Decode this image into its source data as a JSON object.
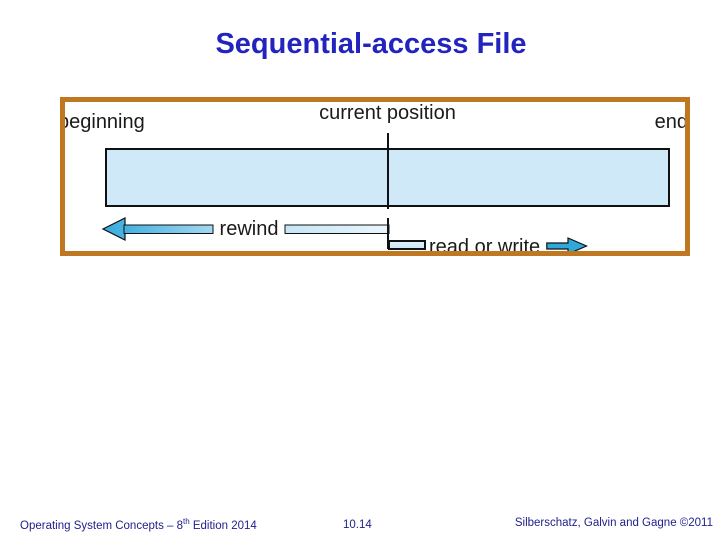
{
  "slide": {
    "title": "Sequential-access File",
    "title_color": "#2323be"
  },
  "diagram": {
    "labels": {
      "beginning": "beginning",
      "current_position": "current position",
      "end": "end",
      "rewind": "rewind",
      "read_or_write": "read or write"
    },
    "colors": {
      "frame_border": "#bf7722",
      "file_fill": "#cfe9f8",
      "arrow_cyan": "#2fa8da",
      "outline": "#111111"
    }
  },
  "footer": {
    "left_prefix": "Operating System Concepts – 8",
    "left_sup": "th",
    "left_suffix": " Edition 2014",
    "page_number": "10.14",
    "authors": "Silberschatz, Galvin and Gagne ©2011",
    "text_color": "#21218c"
  }
}
